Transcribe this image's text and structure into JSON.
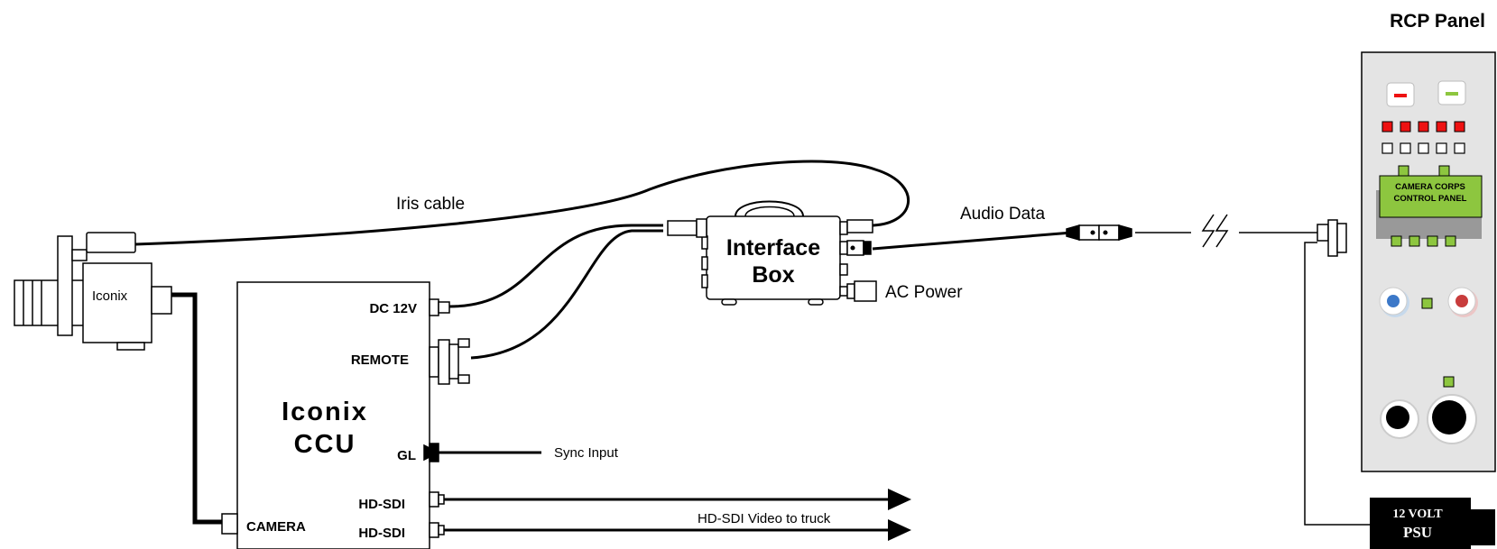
{
  "title": "RCP Panel",
  "camera": {
    "label": "Iconix"
  },
  "ccu": {
    "title_line1": "Iconix",
    "title_line2": "CCU",
    "ports": {
      "dc12v": "DC 12V",
      "remote": "REMOTE",
      "gl": "GL",
      "hdsdi_1": "HD-SDI",
      "hdsdi_2": "HD-SDI",
      "camera": "CAMERA"
    }
  },
  "interface_box": {
    "line1": "Interface",
    "line2": "Box"
  },
  "cables": {
    "iris": "Iris cable",
    "audio_data": "Audio Data",
    "ac_power": "AC Power",
    "sync_input": "Sync Input",
    "video_to_truck": "HD-SDI Video to truck"
  },
  "rcp": {
    "display_line1": "CAMERA CORPS",
    "display_line2": "CONTROL PANEL",
    "colors": {
      "red": "#ee1111",
      "green": "#8dc63f",
      "display": "#8dc63f",
      "panel": "#e4e4e4"
    }
  },
  "psu": {
    "line1": "12 VOLT",
    "line2": "PSU"
  }
}
